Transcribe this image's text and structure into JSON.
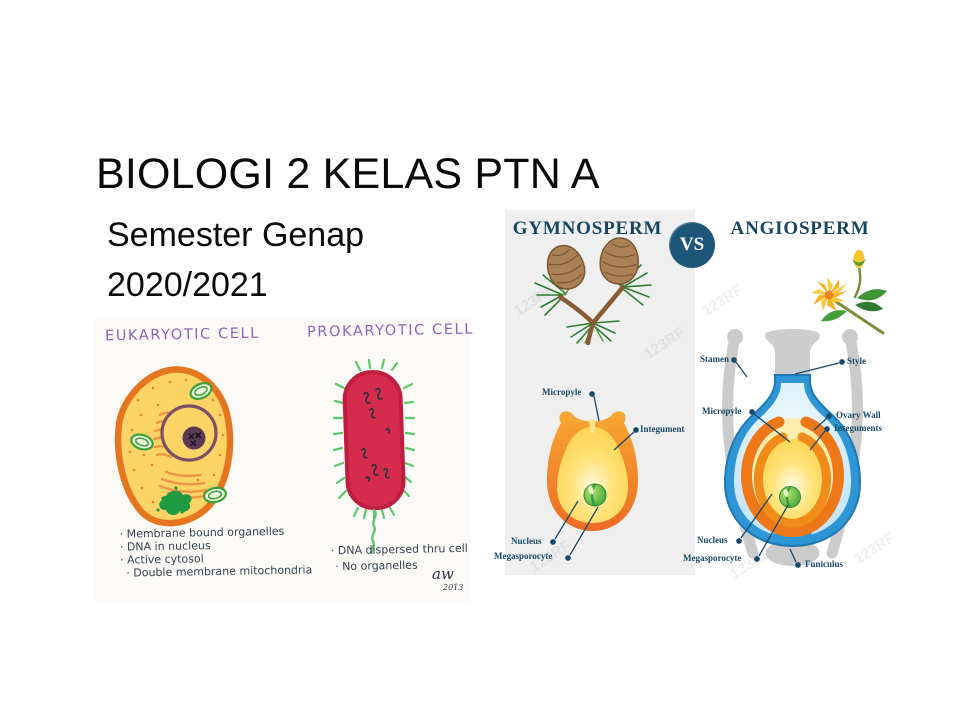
{
  "slide": {
    "title": "BIOLOGI 2 KELAS PTN A",
    "subtitle_lines": [
      "Semester Genap",
      "2020/2021"
    ],
    "background_color": "#ffffff"
  },
  "cell_figure": {
    "left_heading": "EUKARYOTIC CELL",
    "right_heading": "PROKARYOTIC CELL",
    "heading_color": "#8f63b8",
    "note_color": "#36424e",
    "eukaryotic_notes": [
      "· Membrane bound organelles",
      "· DNA in nucleus",
      "· Active cytosol",
      "· Double membrane mitochondria"
    ],
    "prokaryotic_notes": [
      "· DNA dispersed thru cell",
      "· No organelles"
    ],
    "signature": "aw",
    "signature_year": "2013",
    "eukaryote_fill_color": "#fcd466",
    "eukaryote_outline_color": "#e5761f",
    "prokaryote_fill_color": "#d52b4d",
    "flagella_color": "#5dc76c"
  },
  "vs_figure": {
    "left_heading": "GYMNOSPERM",
    "right_heading": "ANGIOSPERM",
    "vs_label": "VS",
    "heading_color": "#17465f",
    "vs_circle_color": "#1e567a",
    "label_color": "#1a4a66",
    "watermark_text": "123RF",
    "gymnosperm_labels": [
      "Micropyle",
      "Integument",
      "Nucleus",
      "Megasporocyte"
    ],
    "angiosperm_labels": [
      "Stamen",
      "Style",
      "Micropyle",
      "Ovary Wall",
      "Integuments",
      "Nucleus",
      "Megasporocyte",
      "Funiculus"
    ],
    "ovule_outer_color": "#ee7718",
    "ovule_inner_color": "#ffd24f",
    "ovary_color": "#2e96d4",
    "megasporocyte_color": "#3aa33a"
  }
}
